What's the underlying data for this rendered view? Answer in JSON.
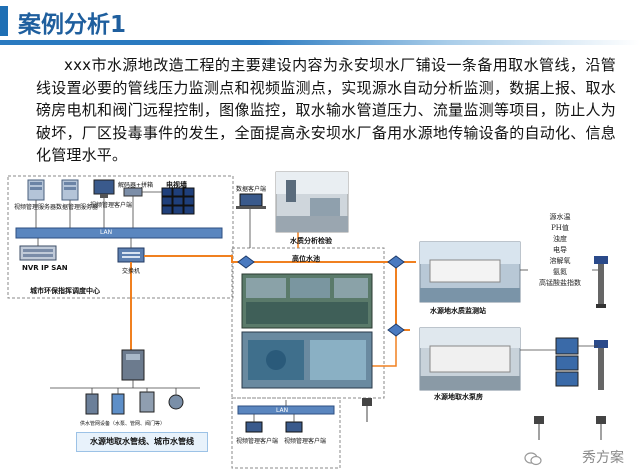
{
  "header": {
    "title": "案例分析1"
  },
  "description": "xxx市水源地改造工程的主要建设内容为永安坝水厂铺设一条备用取水管线，沿管线设置必要的管线压力监测点和视频监测点，实现源水自动分析监测，数据上报、取水磅房电机和阀门远程控制，图像监控，取水输水管道压力、流量监测等项目，防止人为破坏，厂区投毒事件的发生，全面提高永安坝水厂备用水源地传输设备的自动化、信息化管理水平。",
  "diagram": {
    "center": {
      "video_server": "视频管理服务器",
      "data_server": "数据管理服务器",
      "video_client": "视频管理客户端",
      "decoder": "解码器+拼箱",
      "tv_wall": "电视墙",
      "lan": "LAN",
      "nvr": "NVR IP SAN",
      "switch": "交换机",
      "name": "城市环保指挥调度中心"
    },
    "data_client": "数据客户端",
    "lab_caption": "水质分析检验",
    "high_water": "高位水池",
    "station_caption": "水源地水质监测站",
    "pump_caption": "水源地取水泵房",
    "params": [
      "源水温",
      "PH值",
      "浊度",
      "电导",
      "溶解氧",
      "氨氮",
      "高锰酸盐指数"
    ],
    "lower_lan": "LAN",
    "video_server2": "视频管理客户端",
    "video_client2": "视频管理客户端",
    "field_note": "供水管网设备（水泵、管网、阀门等）",
    "bottom_banner": "水源地取水管线、城市水管线"
  },
  "watermark": "秀方案"
}
